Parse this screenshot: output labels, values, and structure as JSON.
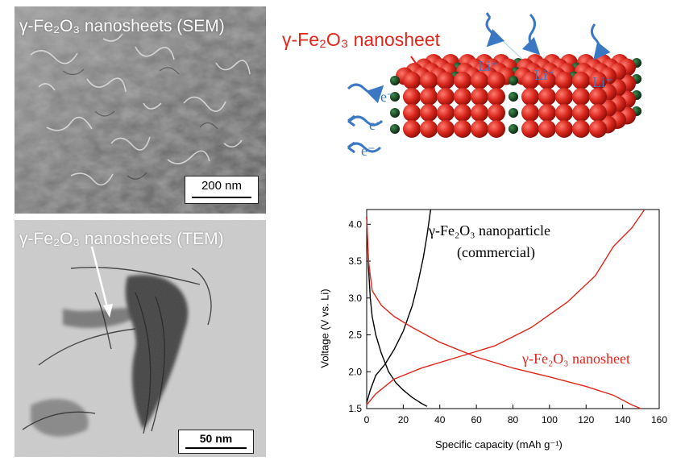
{
  "sem_panel": {
    "title": "γ-Fe₂O₃ nanosheets (SEM)",
    "scale_bar": "200 nm"
  },
  "tem_panel": {
    "title": "γ-Fe₂O₃ nanosheets (TEM)",
    "scale_bar": "50 nm"
  },
  "schematic": {
    "title": "γ-Fe₂O₃ nanosheet",
    "li_label": "Li⁺",
    "e_label": "e⁻",
    "colors": {
      "title": "#e0251b",
      "ion": "#3a78c4",
      "atom": "#d8261c",
      "dark_atom": "#12451f"
    }
  },
  "chart_data": {
    "type": "line",
    "xlabel": "Specific capacity (mAh g⁻¹)",
    "ylabel": "Voltage (V vs. Li)",
    "xlim": [
      0,
      160
    ],
    "ylim": [
      1.5,
      4.2
    ],
    "x_ticks": [
      "0",
      "20",
      "40",
      "60",
      "80",
      "100",
      "120",
      "140",
      "160"
    ],
    "y_ticks": [
      "1.5",
      "2.0",
      "2.5",
      "3.0",
      "3.5",
      "4.0"
    ],
    "grid": false,
    "series": [
      {
        "name": "γ-Fe₂O₃ nanoparticle (commercial)",
        "label_line1": "γ-Fe₂O₃ nanoparticle",
        "label_line2": "(commercial)",
        "color": "#000000",
        "discharge": [
          [
            0,
            4.1
          ],
          [
            1,
            3.4
          ],
          [
            2,
            3.0
          ],
          [
            3,
            2.75
          ],
          [
            5,
            2.5
          ],
          [
            8,
            2.25
          ],
          [
            12,
            2.0
          ],
          [
            16,
            1.85
          ],
          [
            20,
            1.75
          ],
          [
            25,
            1.65
          ],
          [
            30,
            1.57
          ],
          [
            33,
            1.53
          ]
        ],
        "charge": [
          [
            0,
            1.58
          ],
          [
            2,
            1.75
          ],
          [
            5,
            1.95
          ],
          [
            10,
            2.1
          ],
          [
            15,
            2.3
          ],
          [
            20,
            2.55
          ],
          [
            25,
            2.9
          ],
          [
            28,
            3.2
          ],
          [
            31,
            3.55
          ],
          [
            33,
            3.85
          ],
          [
            35,
            4.2
          ]
        ]
      },
      {
        "name": "γ-Fe₂O₃ nanosheet",
        "label": "γ-Fe₂O₃ nanosheet",
        "color": "#e0251b",
        "discharge": [
          [
            0,
            4.1
          ],
          [
            1,
            3.5
          ],
          [
            3,
            3.1
          ],
          [
            8,
            2.9
          ],
          [
            15,
            2.75
          ],
          [
            25,
            2.6
          ],
          [
            40,
            2.4
          ],
          [
            60,
            2.2
          ],
          [
            80,
            2.05
          ],
          [
            100,
            1.93
          ],
          [
            120,
            1.8
          ],
          [
            135,
            1.68
          ],
          [
            145,
            1.55
          ],
          [
            150,
            1.5
          ]
        ],
        "charge": [
          [
            0,
            1.55
          ],
          [
            5,
            1.7
          ],
          [
            15,
            1.9
          ],
          [
            30,
            2.05
          ],
          [
            50,
            2.2
          ],
          [
            70,
            2.35
          ],
          [
            90,
            2.6
          ],
          [
            110,
            2.95
          ],
          [
            125,
            3.3
          ],
          [
            135,
            3.7
          ],
          [
            145,
            3.95
          ],
          [
            152,
            4.2
          ]
        ]
      }
    ]
  }
}
